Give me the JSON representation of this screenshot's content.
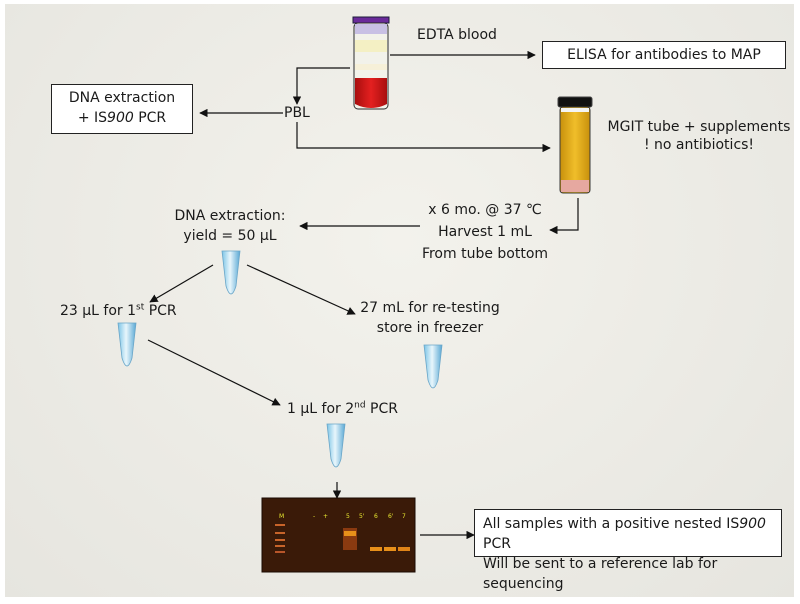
{
  "labels": {
    "edta_blood": "EDTA blood",
    "elisa": "ELISA for antibodies to MAP",
    "pbl": "PBL",
    "dna_box_line1": "DNA extraction",
    "dna_box_line2_pre": "+ IS",
    "dna_box_line2_italic": "900",
    "dna_box_line2_post": " PCR",
    "mgit_line1": "MGIT tube + supplements",
    "mgit_line2": "! no antibiotics!",
    "incubation_line1": "x 6 mo. @ 37 ℃",
    "incubation_line2": "Harvest 1 mL",
    "incubation_line3": "From tube bottom",
    "extraction_line1": "DNA extraction:",
    "extraction_line2": "yield = 50 µL",
    "first_pcr_pre": "23 µL for 1",
    "first_pcr_sup": "st",
    "first_pcr_post": " PCR",
    "retest_line1": "27 mL for re-testing",
    "retest_line2": "store in freezer",
    "second_pcr_pre": "1 µL for 2",
    "second_pcr_sup": "nd",
    "second_pcr_post": " PCR",
    "result_line1_pre": "All samples with a positive nested IS",
    "result_line1_italic": "900",
    "result_line1_post": " PCR",
    "result_line2": "Will be sent to a reference lab for sequencing"
  },
  "gel": {
    "lane_labels": [
      "M",
      "-",
      "+",
      "5",
      "5'",
      "6",
      "6'",
      "7"
    ]
  },
  "colors": {
    "blood_red": "#d01818",
    "mgit_yellow": "#e8b41a",
    "gel_background": "#3a1a08",
    "band_orange": "#e8901a"
  }
}
